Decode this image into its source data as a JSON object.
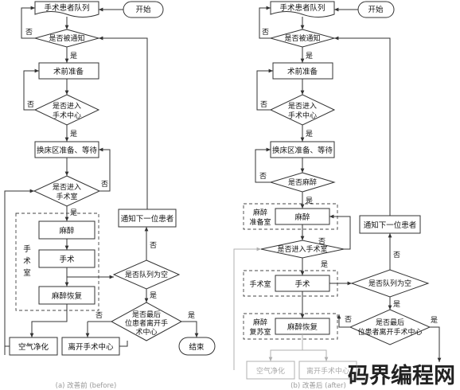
{
  "before": {
    "start": "开始",
    "queue": "手术患者队列",
    "q_notified": "是否被通知",
    "prep": "术前准备",
    "q_enter_center": [
      "是否进入",
      "手术中心"
    ],
    "wait": "换床区准备、等待",
    "q_enter_room": [
      "是否进入",
      "手术室"
    ],
    "room_label": [
      "手",
      "术",
      "室"
    ],
    "anesthesia": "麻醉",
    "surgery": "手术",
    "recovery": "麻醉恢复",
    "notify_next": "通知下一位患者",
    "q_queue_empty": "是否队列为空",
    "q_last_patient": [
      "是否最后",
      "位患者离开手",
      "术中心"
    ],
    "air_clean": "空气净化",
    "leave": "离开手术中心",
    "end": "结束",
    "caption": "(a) 改善前 (before)"
  },
  "after": {
    "start": "开始",
    "queue": "手术患者队列",
    "q_notified": "是否被通知",
    "prep": "术前准备",
    "q_enter_center": [
      "是否进入",
      "手术中心"
    ],
    "wait": "换床区准备、等待",
    "q_anesthesia": "是否麻醉",
    "anes_room_label": [
      "麻醉",
      "准备室"
    ],
    "anesthesia": "麻醉",
    "q_enter_room": "是否进入手术室",
    "room_label": "手术室",
    "surgery": "手术",
    "notify_next": "通知下一位患者",
    "q_queue_empty": "是否队列为空",
    "recovery_room_label": [
      "麻醉",
      "复苏室"
    ],
    "recovery": "麻醉恢复",
    "q_last_patient": [
      "是否最后",
      "位患者离开手术中心"
    ],
    "air_clean": "空气净化",
    "leave": "离开手术中心",
    "caption": "(b) 改善后 (after)"
  },
  "labels": {
    "yes": "是",
    "no": "否"
  },
  "watermark": "码界编程网"
}
